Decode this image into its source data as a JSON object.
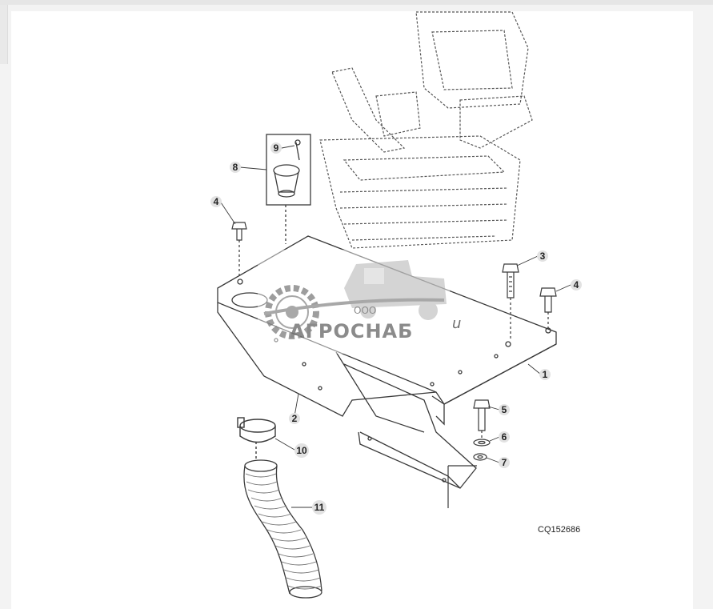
{
  "figure": {
    "code": "CQ152686"
  },
  "callouts": [
    {
      "id": "1",
      "label": "1"
    },
    {
      "id": "2",
      "label": "2"
    },
    {
      "id": "3",
      "label": "3"
    },
    {
      "id": "4a",
      "label": "4"
    },
    {
      "id": "4b",
      "label": "4"
    },
    {
      "id": "5",
      "label": "5"
    },
    {
      "id": "6",
      "label": "6"
    },
    {
      "id": "7",
      "label": "7"
    },
    {
      "id": "8",
      "label": "8"
    },
    {
      "id": "9",
      "label": "9"
    },
    {
      "id": "10",
      "label": "10"
    },
    {
      "id": "11",
      "label": "11"
    }
  ],
  "watermark": {
    "small": "ООО",
    "brand": "АГРОСНАБ",
    "suffix": "u"
  },
  "colors": {
    "line": "#3a3a3a",
    "callout_circle": "#c8c8c8",
    "watermark": "#8a8a8a"
  }
}
